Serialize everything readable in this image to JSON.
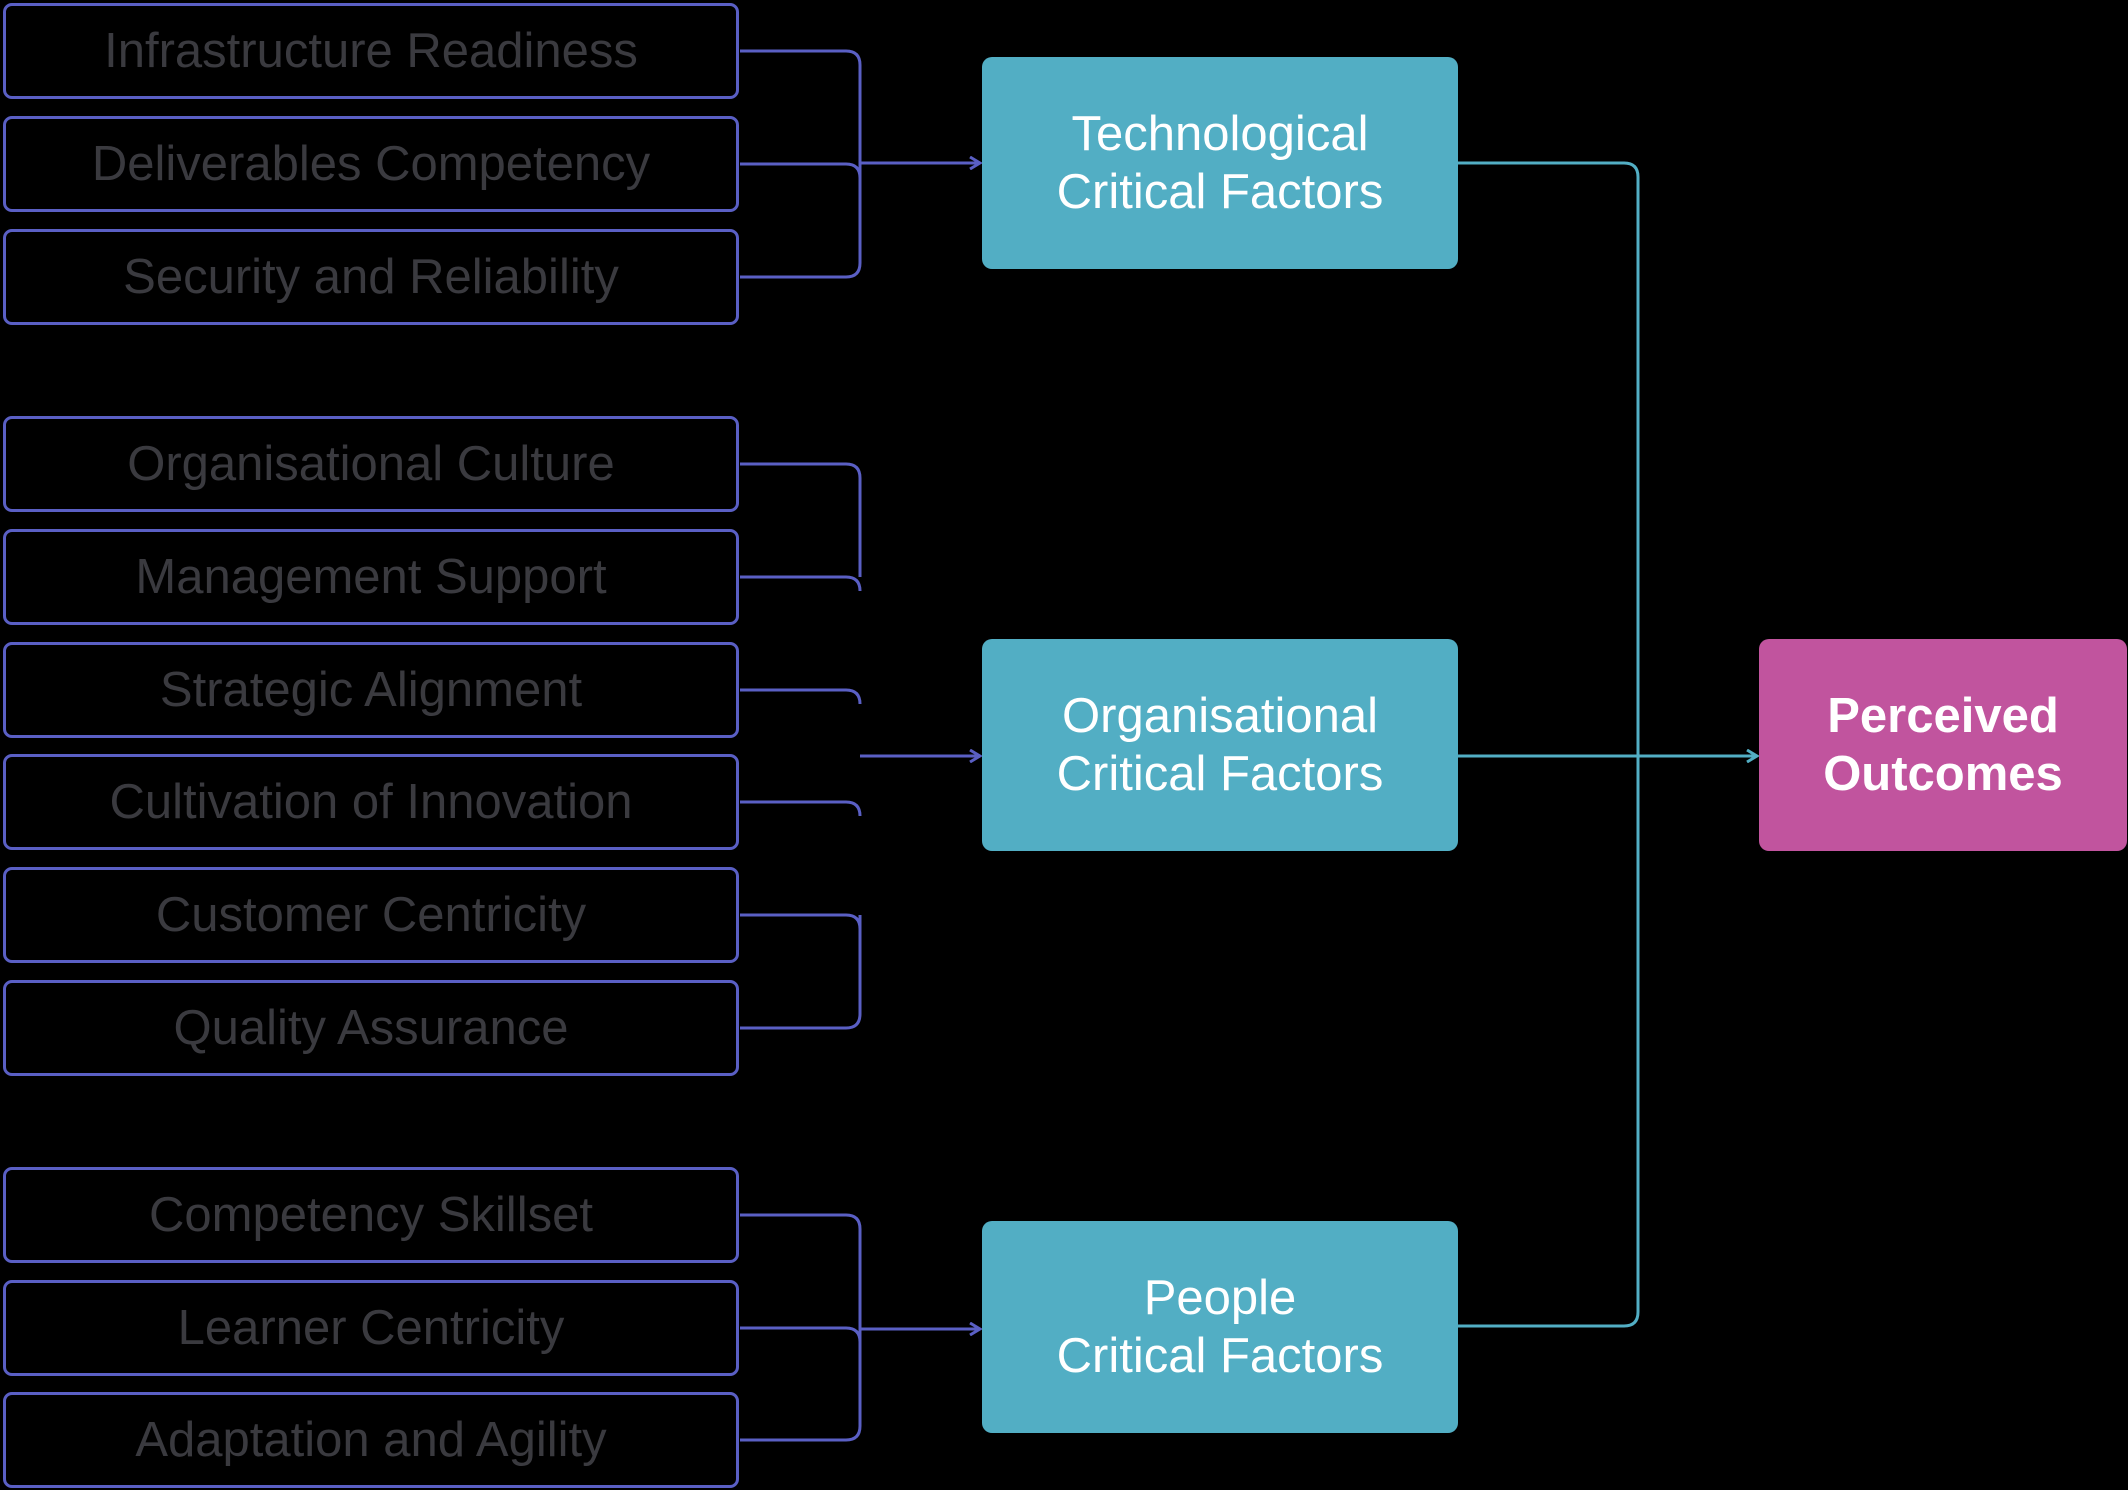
{
  "diagram": {
    "colors": {
      "background": "#000000",
      "factor_border": "#5a5fc4",
      "factor_text": "#3a3a3f",
      "category_fill": "#52aec4",
      "outcome_fill": "#c1549e",
      "connector_factor": "#5a5fc4",
      "connector_category": "#52aec4"
    },
    "groups": [
      {
        "category": {
          "line1": "Technological",
          "line2": "Critical Factors"
        },
        "factors": [
          "Infrastructure Readiness",
          "Deliverables Competency",
          "Security and Reliability"
        ]
      },
      {
        "category": {
          "line1": "Organisational",
          "line2": "Critical Factors"
        },
        "factors": [
          "Organisational Culture",
          "Management Support",
          "Strategic Alignment",
          "Cultivation of Innovation",
          "Customer Centricity",
          "Quality Assurance"
        ]
      },
      {
        "category": {
          "line1": "People",
          "line2": "Critical Factors"
        },
        "factors": [
          "Competency Skillset",
          "Learner Centricity",
          "Adaptation and Agility"
        ]
      }
    ],
    "outcome": {
      "line1": "Perceived",
      "line2": "Outcomes"
    }
  }
}
